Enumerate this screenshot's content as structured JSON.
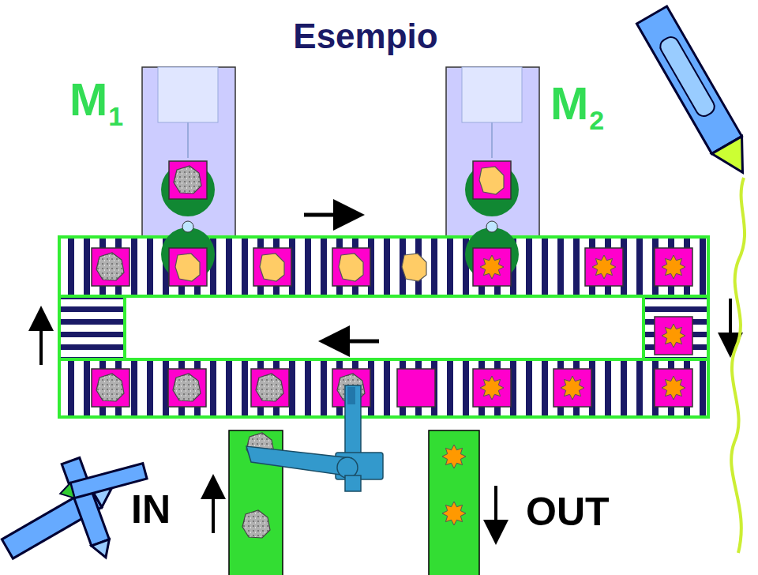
{
  "diagram": {
    "title": "Esempio",
    "labels": [
      "M",
      "1",
      "M",
      "2",
      "IN",
      "OUT"
    ]
  }
}
